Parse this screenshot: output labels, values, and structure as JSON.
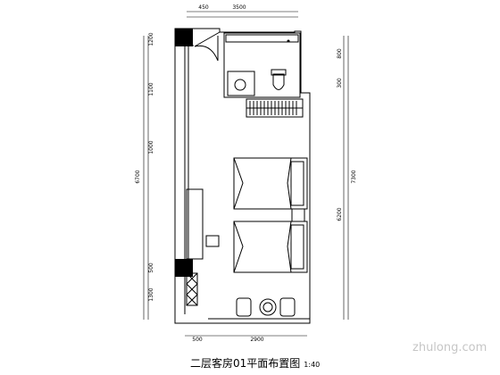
{
  "title": "二层客房01平面布置图",
  "scale": "1:40",
  "watermark": "zhulong.com",
  "dimensions": {
    "top": [
      "450",
      "3500"
    ],
    "left": [
      "1200",
      "1100",
      "1000",
      "500",
      "1300"
    ],
    "left_total": "6700",
    "right": [
      "800",
      "300",
      "6200"
    ],
    "right_total": "7300",
    "bottom": [
      "500",
      "2900"
    ]
  },
  "colors": {
    "line": "#000000",
    "watermark": "#c6c6c6"
  }
}
